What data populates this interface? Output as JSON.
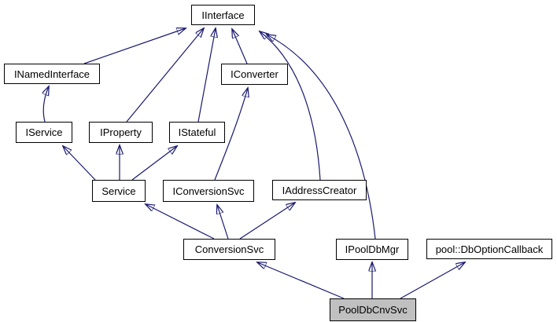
{
  "diagram": {
    "type": "class-inheritance-graph",
    "background_color": "#ffffff",
    "edge_color": "#191970",
    "node_border_color": "#000000",
    "node_fill_color": "#ffffff",
    "selected_node_fill_color": "#c0c0c0",
    "text_color": "#000000"
  },
  "nodes": {
    "iinterface": {
      "label": "IInterface"
    },
    "inamedinterface": {
      "label": "INamedInterface"
    },
    "iconverter": {
      "label": "IConverter"
    },
    "iservice": {
      "label": "IService"
    },
    "iproperty": {
      "label": "IProperty"
    },
    "istateful": {
      "label": "IStateful"
    },
    "service": {
      "label": "Service"
    },
    "iconversionsvc": {
      "label": "IConversionSvc"
    },
    "iaddresscreator": {
      "label": "IAddressCreator"
    },
    "conversionsvc": {
      "label": "ConversionSvc"
    },
    "ipooldbmgr": {
      "label": "IPoolDbMgr"
    },
    "pooldboptioncallback": {
      "label": "pool::DbOptionCallback"
    },
    "pooldbcnvsvc": {
      "label": "PoolDbCnvSvc",
      "highlighted": true
    }
  },
  "edges": [
    {
      "from": "INamedInterface",
      "to": "IInterface"
    },
    {
      "from": "IService",
      "to": "INamedInterface"
    },
    {
      "from": "IProperty",
      "to": "IInterface"
    },
    {
      "from": "IStateful",
      "to": "IInterface"
    },
    {
      "from": "IConverter",
      "to": "IInterface"
    },
    {
      "from": "IConversionSvc",
      "to": "IConverter"
    },
    {
      "from": "IAddressCreator",
      "to": "IInterface"
    },
    {
      "from": "IPoolDbMgr",
      "to": "IInterface"
    },
    {
      "from": "Service",
      "to": "IService"
    },
    {
      "from": "Service",
      "to": "IProperty"
    },
    {
      "from": "Service",
      "to": "IStateful"
    },
    {
      "from": "ConversionSvc",
      "to": "Service"
    },
    {
      "from": "ConversionSvc",
      "to": "IConversionSvc"
    },
    {
      "from": "ConversionSvc",
      "to": "IAddressCreator"
    },
    {
      "from": "PoolDbCnvSvc",
      "to": "ConversionSvc"
    },
    {
      "from": "PoolDbCnvSvc",
      "to": "IPoolDbMgr"
    },
    {
      "from": "PoolDbCnvSvc",
      "to": "pool::DbOptionCallback"
    }
  ]
}
